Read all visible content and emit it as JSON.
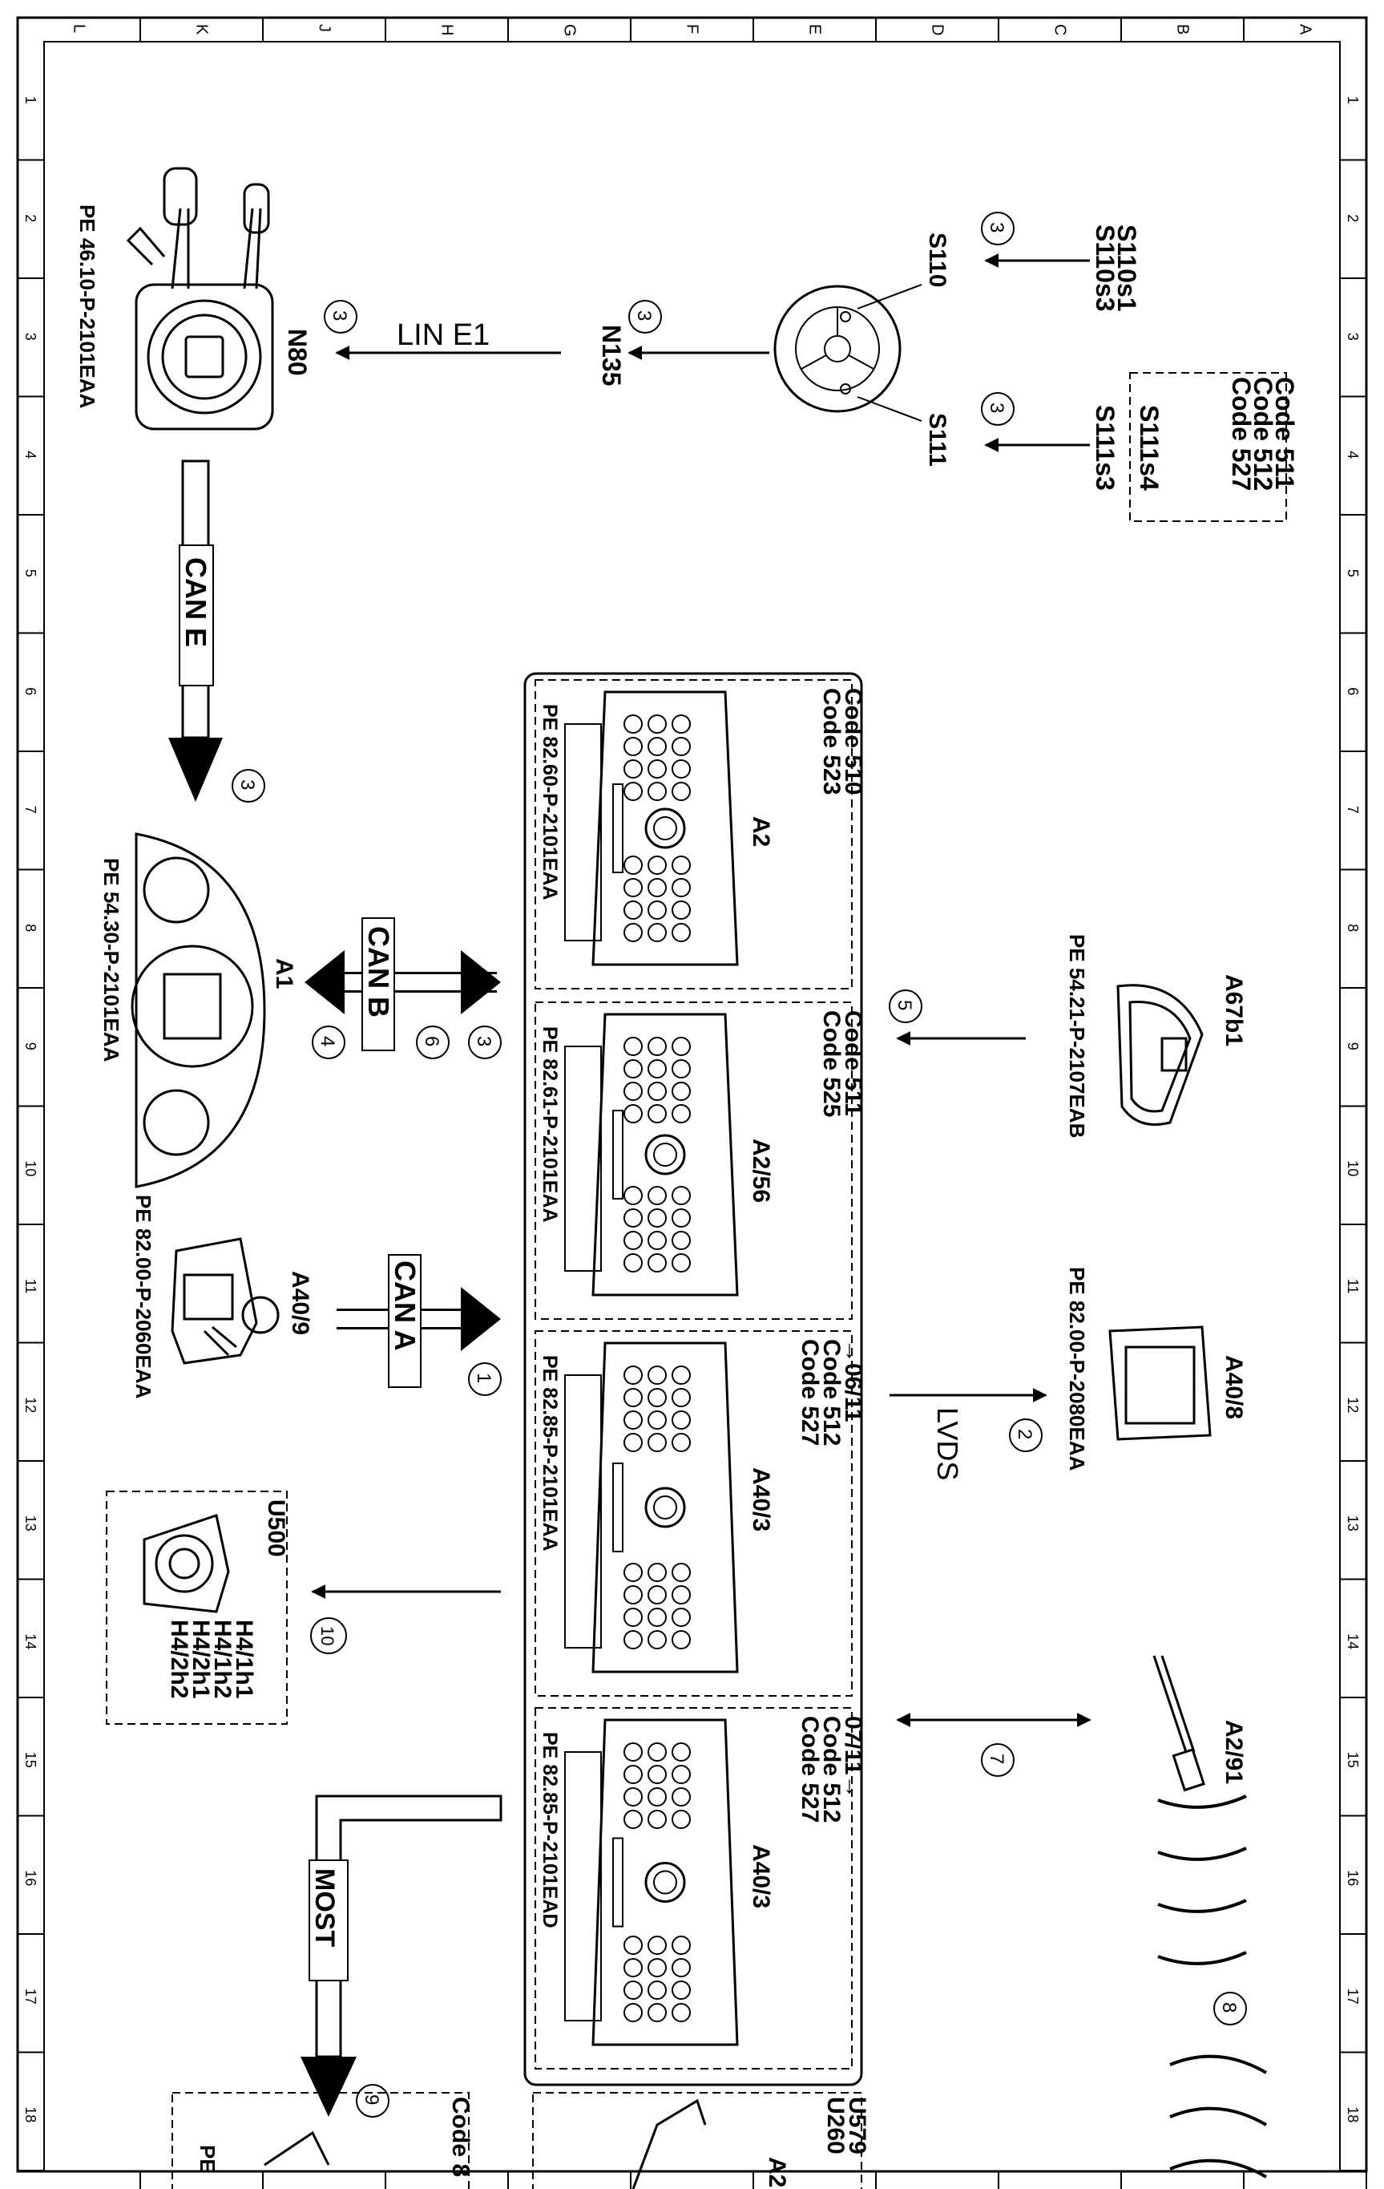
{
  "border": {
    "columns": [
      "L",
      "K",
      "J",
      "H",
      "G",
      "F",
      "E",
      "D",
      "C",
      "B",
      "A"
    ],
    "rows": [
      "1",
      "2",
      "3",
      "4",
      "5",
      "6",
      "7",
      "8",
      "9",
      "10",
      "11",
      "12",
      "13",
      "14",
      "15",
      "16",
      "17",
      "18"
    ]
  },
  "components": {
    "steering_wheel": {
      "left_switch": "S110",
      "right_switch": "S111",
      "module": "N135"
    },
    "switch_labels_upper": {
      "line1": "S110s1",
      "line2": "S110s3"
    },
    "switch_labels_lower": {
      "line1": "S111s4",
      "line2": "S111s3"
    },
    "steering_codes": [
      "Code 511",
      "Code 512",
      "Code 527"
    ],
    "lin_bus": "LIN E1",
    "column_module": {
      "name": "N80",
      "ref": "PE 46.10-P-2101EAA"
    },
    "cluster": {
      "name": "A1",
      "ref": "PE 54.30-P-2101EAA"
    },
    "can_e": "CAN E",
    "can_b": "CAN B",
    "can_a": "CAN A",
    "most_bus": "MOST",
    "lvds": "LVDS",
    "camera": {
      "name": "A67b1",
      "ref": "PE 54.21-P-2107EAB"
    },
    "display": {
      "name": "A40/8",
      "ref": "PE 82.00-P-2080EAA"
    },
    "antenna": {
      "name": "A2/91"
    },
    "controller": {
      "name": "A40/9",
      "ref": "PE 82.00-P-2060EAA"
    },
    "speakers": {
      "name": "U500",
      "items": [
        "H4/1h1",
        "H4/1h2",
        "H4/2h1",
        "H4/2h2"
      ]
    },
    "bottom_box_left": {
      "title": "Code 8",
      "ref": "PE"
    },
    "bottom_box_right": {
      "line1": "U579",
      "line2": "U260",
      "name": "A2"
    }
  },
  "units": [
    {
      "name": "A2",
      "codes": [
        "Code 510",
        "Code 523"
      ],
      "date": "",
      "ref": "PE 82.60-P-2101EAA"
    },
    {
      "name": "A2/56",
      "codes": [
        "Code 511",
        "Code 525"
      ],
      "date": "",
      "ref": "PE 82.61-P-2101EAA"
    },
    {
      "name": "A40/3",
      "codes": [
        "Code 512",
        "Code 527"
      ],
      "date": "→06/11",
      "ref": "PE 82.85-P-2101EAA"
    },
    {
      "name": "A40/3",
      "codes": [
        "Code 512",
        "Code 527"
      ],
      "date": "07/11→",
      "ref": "PE 82.85-P-2101EAD"
    }
  ],
  "callouts": {
    "c1": "1",
    "c2": "2",
    "c3": "3",
    "c4": "4",
    "c5": "5",
    "c6": "6",
    "c7": "7",
    "c8": "8",
    "c9": "9",
    "c10": "10"
  }
}
